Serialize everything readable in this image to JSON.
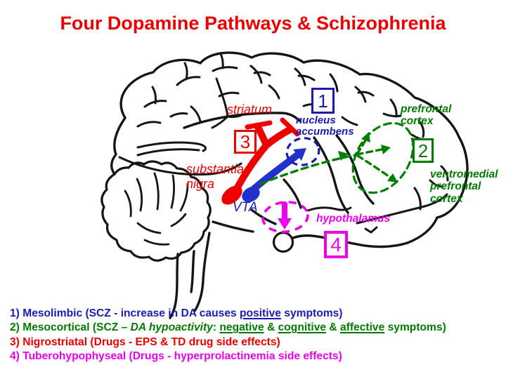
{
  "title": {
    "text": "Four Dopamine Pathways & Schizophrenia",
    "color": "#ee0000"
  },
  "diagram": {
    "labels": {
      "striatum": {
        "text": "striatum",
        "color": "#ee0000"
      },
      "nucleus_accumbens": {
        "line1": "nucleus",
        "line2": "accumbens",
        "color": "#1b1bb3"
      },
      "substantia_nigra": {
        "line1": "substantia",
        "line2": "nigra",
        "color": "#ee0000"
      },
      "vta": {
        "text": "VTA",
        "color": "#1b1bb3"
      },
      "hypothalamus": {
        "text": "hypothalamus",
        "color": "#ee00ee"
      },
      "prefrontal_cortex": {
        "line1": "prefrontal",
        "line2": "cortex",
        "color": "#007d00"
      },
      "ventromedial_prefrontal_cortex": {
        "line1": "ventromedial",
        "line2": "prefrontal",
        "line3": "cortex",
        "color": "#007d00"
      }
    },
    "markers": {
      "box1": {
        "number": "1",
        "color": "#1b1bb3"
      },
      "box2": {
        "number": "2",
        "color": "#007d00"
      },
      "box3": {
        "number": "3",
        "color": "#ee0000"
      },
      "box4": {
        "number": "4",
        "color": "#ee00ee"
      }
    },
    "pathway_colors": {
      "nigrostriatal": "#ee0000",
      "mesolimbic": "#2230cc",
      "mesocortical": "#008000",
      "tuberohypophyseal": "#ee00ee",
      "brain_outline": "#151515"
    }
  },
  "legend": {
    "items": [
      {
        "color": "#1b1bb3",
        "segments": [
          {
            "t": "1) Mesolimbic (SCZ - increase in DA causes "
          },
          {
            "t": "positive",
            "u": true
          },
          {
            "t": " symptoms)"
          }
        ]
      },
      {
        "color": "#007d00",
        "segments": [
          {
            "t": "2) Mesocortical (SCZ – "
          },
          {
            "t": "DA hypoactivity",
            "i": true
          },
          {
            "t": ": "
          },
          {
            "t": "negative",
            "u": true
          },
          {
            "t": " & "
          },
          {
            "t": "cognitive",
            "u": true
          },
          {
            "t": " & "
          },
          {
            "t": "affective",
            "u": true
          },
          {
            "t": " symptoms)"
          }
        ]
      },
      {
        "color": "#ee0000",
        "segments": [
          {
            "t": "3) Nigrostriatal (Drugs - EPS & TD drug side effects)"
          }
        ]
      },
      {
        "color": "#ee00ee",
        "segments": [
          {
            "t": "4) Tuberohypophyseal (Drugs - hyperprolactinemia side effects)"
          }
        ]
      }
    ]
  }
}
